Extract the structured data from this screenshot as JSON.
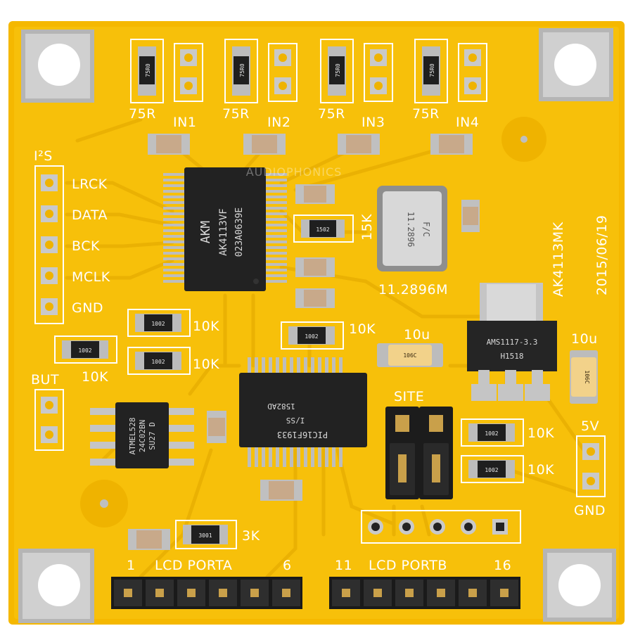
{
  "colors": {
    "pcb": "#f7c00a",
    "pcb_edge": "#e8a800",
    "trace": "#e9b000",
    "pad": "#c9c9c9",
    "chip": "#222222",
    "silk": "#ffffff",
    "tantalum": "#f2d28a"
  },
  "board": {
    "header_i2s": "I²S",
    "i2s_labels": [
      "LRCK",
      "DATA",
      "BCK",
      "MCLK",
      "GND"
    ],
    "inputs": [
      {
        "res": "75R",
        "name": "IN1",
        "mark": "75R0"
      },
      {
        "res": "75R",
        "name": "IN2",
        "mark": "75R0"
      },
      {
        "res": "75R",
        "name": "IN3",
        "mark": "75R0"
      },
      {
        "res": "75R",
        "name": "IN4",
        "mark": "75R0"
      }
    ],
    "model": "AK4113MK",
    "date": "2015/06/19",
    "watermark": "AUDIOPHONICS",
    "receiver_chip": {
      "brand": "AKM",
      "part": "AK4113VF",
      "code": "023A0639E"
    },
    "crystal": {
      "mark": "11.2896",
      "brand": "F/C",
      "label": "11.2896M"
    },
    "res_15k": {
      "label": "15K",
      "mark": "1502"
    },
    "res_10k_a": {
      "label": "10K",
      "mark": "1002"
    },
    "res_10k_b": {
      "label": "10K",
      "mark": "1002"
    },
    "res_10k_c": {
      "label": "10K",
      "mark": "1002"
    },
    "res_10k_d": {
      "label": "10K",
      "mark": "1002"
    },
    "res_10k_e": {
      "label": "10K",
      "mark": "1002"
    },
    "res_10k_f": {
      "label": "10K",
      "mark": "1002"
    },
    "res_3k": {
      "label": "3K",
      "mark": "3001"
    },
    "cap_10u_a": {
      "label": "10u",
      "mark": "106C"
    },
    "cap_10u_b": {
      "label": "10u",
      "mark": "106C"
    },
    "regulator": {
      "part": "AMS1117-3.3",
      "code": "H1518"
    },
    "mcu": {
      "part": "PIC16F1933",
      "sub": "I/SS",
      "code": "1582AD"
    },
    "eeprom": {
      "line1": "ATMEL528",
      "line2": "24C02BN",
      "line3": "SU27 D"
    },
    "but_label": "BUT",
    "site_label": "SITE",
    "power_top": "5V",
    "power_bottom": "GND",
    "porta_label": {
      "start": "1",
      "name": "LCD PORTA",
      "end": "6"
    },
    "portb_label": {
      "start": "11",
      "name": "LCD PORTB",
      "end": "16"
    }
  }
}
